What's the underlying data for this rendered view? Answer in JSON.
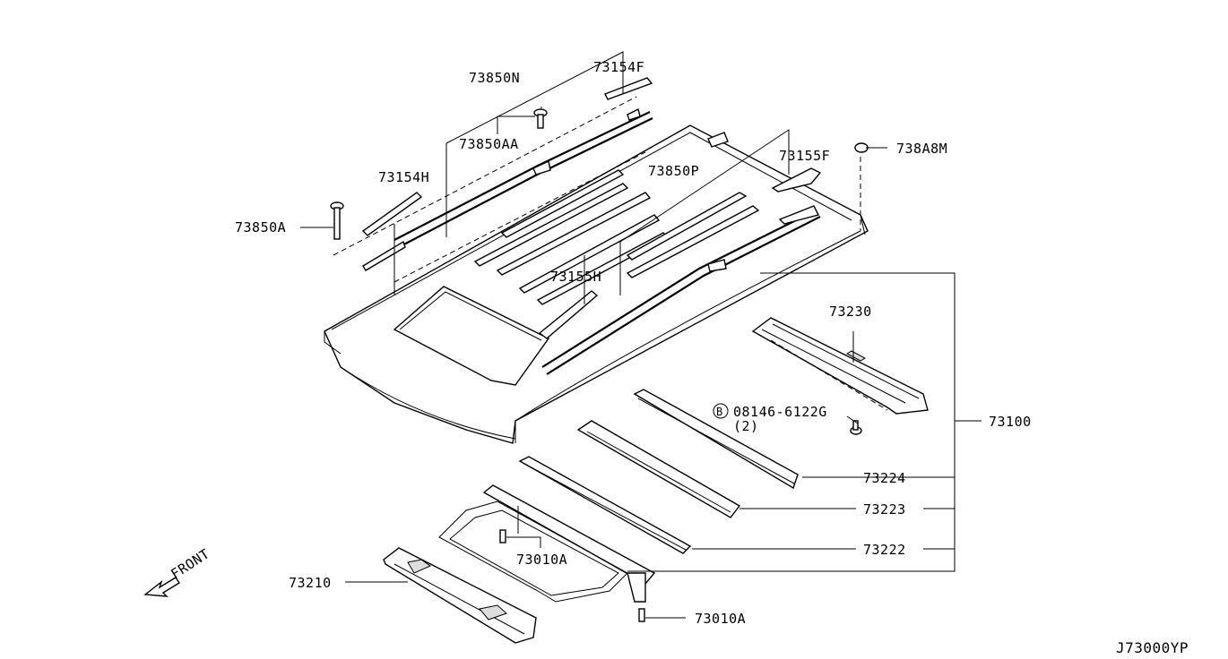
{
  "diagram_code": "J73000YP",
  "front_label": "FRONT",
  "callouts": {
    "p73850N": "73850N",
    "p73154F": "73154F",
    "p73850AA": "73850AA",
    "p73154H": "73154H",
    "p73850A": "73850A",
    "p73850P": "73850P",
    "p73155F": "73155F",
    "p738A8M": "738A8M",
    "p73155H": "73155H",
    "p73230": "73230",
    "p08146": "08146-6122G",
    "p08146_qty": "(2)",
    "p08146_badge": "B",
    "p73100": "73100",
    "p73224": "73224",
    "p73223": "73223",
    "p73222": "73222",
    "p73010A_top": "73010A",
    "p73010A_bottom": "73010A",
    "p73210": "73210"
  }
}
